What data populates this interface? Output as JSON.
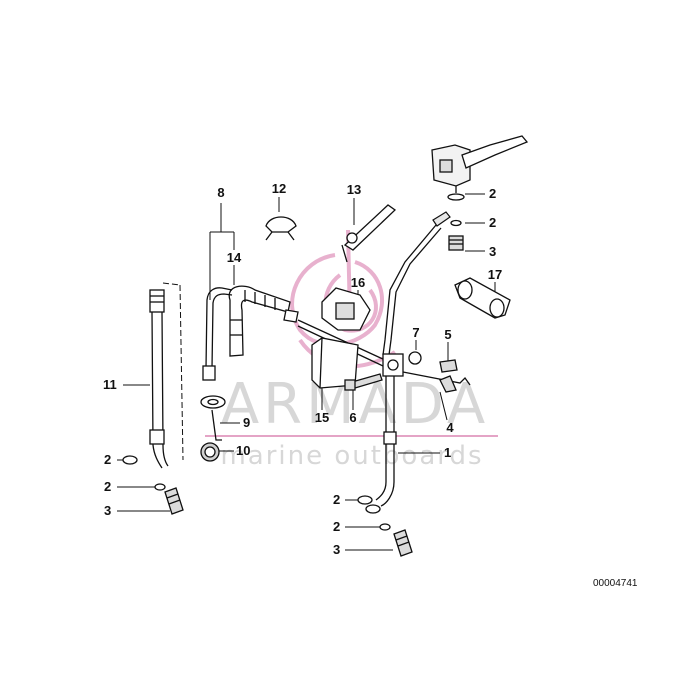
{
  "diagram": {
    "reference_number": "00004741",
    "callouts": {
      "c8": "8",
      "c12": "12",
      "c13": "13",
      "c14": "14",
      "c16": "16",
      "c17": "17",
      "c2a": "2",
      "c2b": "2",
      "c3a": "3",
      "c7": "7",
      "c5": "5",
      "c11": "11",
      "c9": "9",
      "c10": "10",
      "c15": "15",
      "c6": "6",
      "c4": "4",
      "c1": "1",
      "c2c": "2",
      "c2d": "2",
      "c3b": "3",
      "c2e": "2",
      "c2f": "2",
      "c3c": "3"
    }
  },
  "watermark": {
    "brand": "ARMADA",
    "tagline": "marine outboards",
    "accent_color": "#d9529a"
  }
}
